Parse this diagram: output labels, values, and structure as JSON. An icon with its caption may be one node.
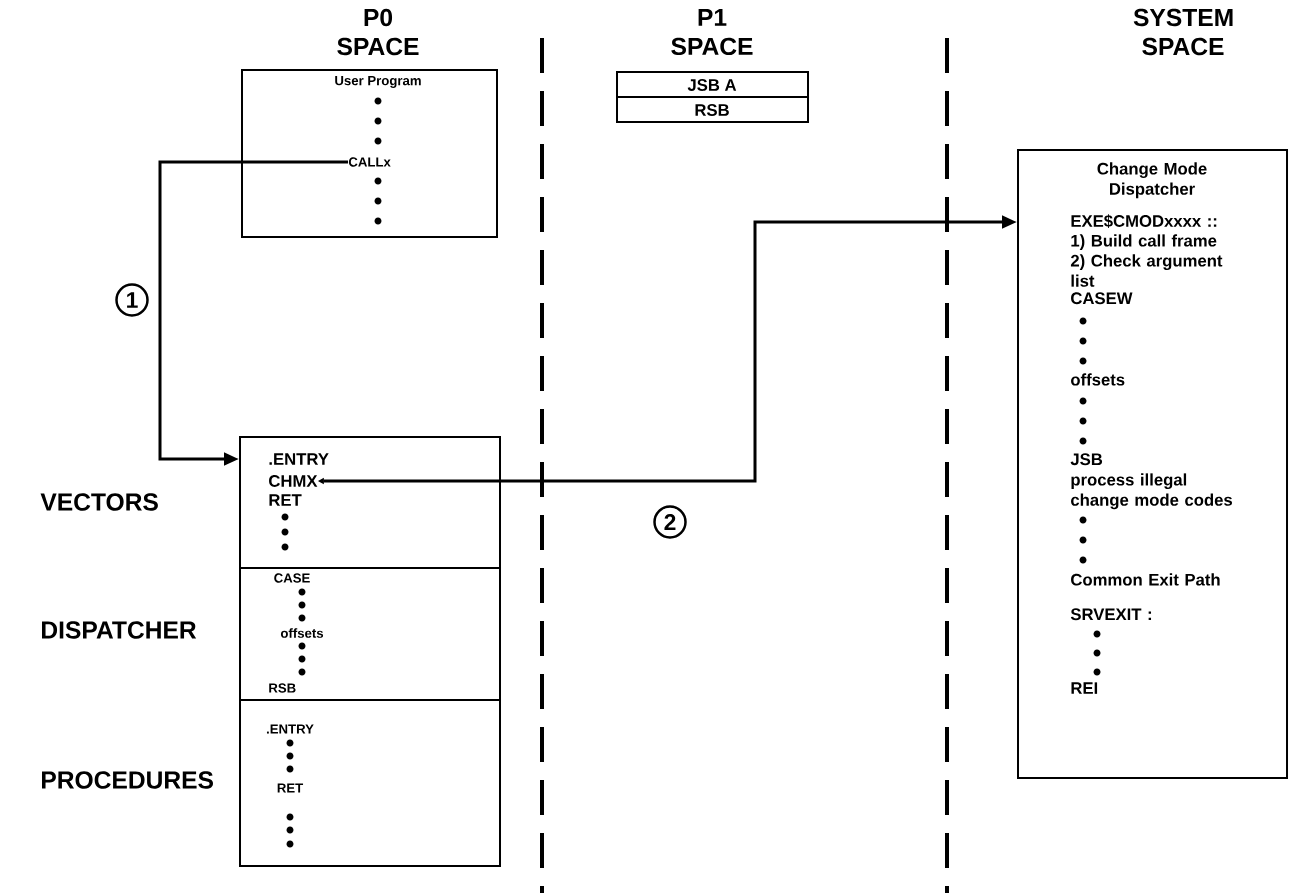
{
  "diagram": {
    "nodes": [
      {
        "text": [
          "User Program"
        ]
      },
      {
        "text": [
          "CALLx"
        ],
        "in": 0
      },
      {
        "text": [
          ".ENTRY",
          "RET"
        ]
      },
      {
        "text": [
          "CHMX"
        ],
        "in": 2
      },
      {
        "text": [
          "CASE",
          "offsets",
          "RSB"
        ]
      },
      {
        "text": [
          ".ENTRY",
          "RET"
        ]
      },
      {
        "text": [
          "JSB A"
        ]
      },
      {
        "text": [
          "RSB"
        ]
      },
      {
        "text": [
          "Change Mode Dispatcher",
          "EXE$CMODxxxx ::",
          "1) Build call frame",
          "2) Check argument list",
          "CASEW",
          "offsets",
          "JSB",
          "process illegal change mode codes",
          "Common Exit Path",
          "SRVEXIT :",
          "REI"
        ]
      }
    ],
    "edges": [
      {
        "from": 1,
        "to": 2,
        "arrow": "to",
        "label": "1"
      },
      {
        "from": 3,
        "to": 8,
        "arrow": "both",
        "label": "2"
      }
    ],
    "labels": [
      "P0 SPACE",
      "P1 SPACE",
      "SYSTEM SPACE",
      "VECTORS",
      "DISPATCHER",
      "PROCEDURES"
    ]
  }
}
